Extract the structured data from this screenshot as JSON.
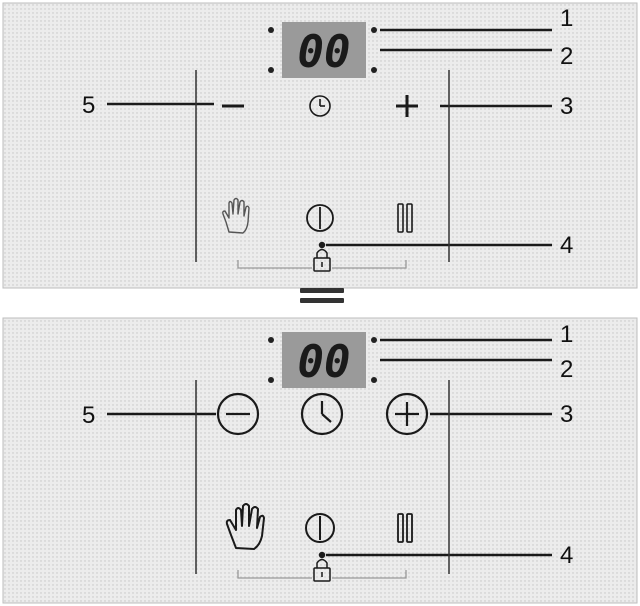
{
  "colors": {
    "panel_fill": "#ececec",
    "display_fill": "#9a9a9a",
    "line": "#1a1a1a"
  },
  "panels": [
    {
      "variant": "top",
      "display": "00",
      "callouts": [
        "1",
        "2",
        "3",
        "4",
        "5"
      ],
      "icons": [
        "minus-icon",
        "clock-icon",
        "plus-icon",
        "hand-icon",
        "power-icon",
        "pause-icon",
        "lock-icon"
      ]
    },
    {
      "variant": "bottom",
      "display": "00",
      "callouts": [
        "1",
        "2",
        "3",
        "4",
        "5"
      ],
      "icons": [
        "minus-circle-icon",
        "clock-icon",
        "plus-circle-icon",
        "hand-icon",
        "power-icon",
        "pause-icon",
        "lock-icon"
      ]
    }
  ],
  "separator_icon": "equals-icon"
}
